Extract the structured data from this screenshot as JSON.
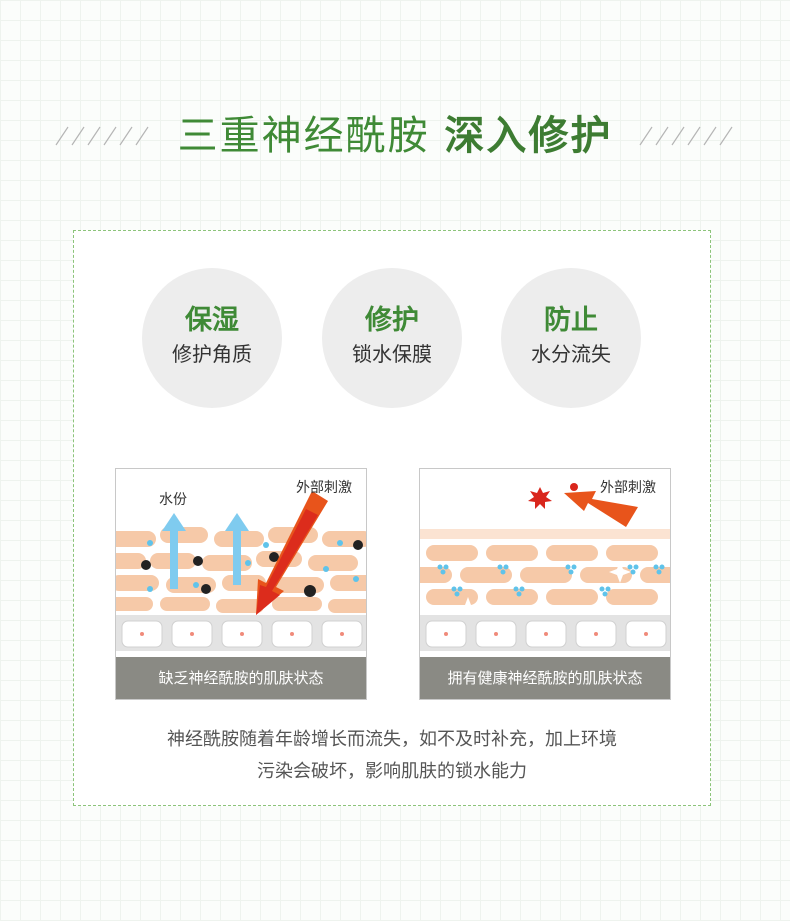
{
  "title": {
    "light": "三重神经酰胺",
    "bold": "深入修护"
  },
  "benefits": [
    {
      "main": "保湿",
      "sub": "修护角质"
    },
    {
      "main": "修护",
      "sub": "锁水保膜"
    },
    {
      "main": "防止",
      "sub": "水分流失"
    }
  ],
  "panels": [
    {
      "water_label": "水份",
      "irritant_label": "外部刺激",
      "caption": "缺乏神经酰胺的肌肤状态"
    },
    {
      "irritant_label": "外部刺激",
      "caption": "拥有健康神经酰胺的肌肤状态"
    }
  ],
  "description": {
    "line1": "神经酰胺随着年龄增长而流失，如不及时补充，加上环境",
    "line2": "污染会破坏，影响肌肤的锁水能力"
  },
  "colors": {
    "title_green": "#3f8a36",
    "frame_border": "#8cc47a",
    "circle_bg": "#ededed",
    "caption_bg": "#8a8a84",
    "skin_cell": "#f6c9a8",
    "arrow_orange": "#e8541b",
    "arrow_red": "#d9261c",
    "water_blue": "#5fc3ea"
  }
}
